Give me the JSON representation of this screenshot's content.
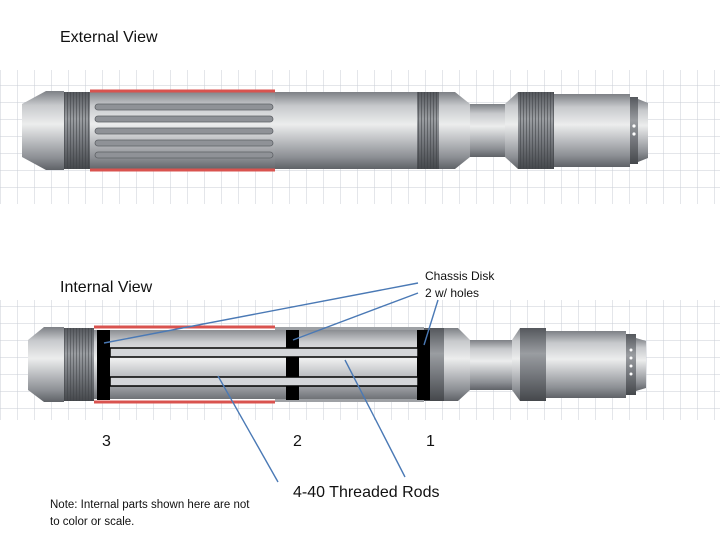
{
  "external_view": {
    "title": "External View"
  },
  "internal_view": {
    "title": "Internal View",
    "chassis_disk_label": "Chassis Disk",
    "chassis_disk_sublabel": "2 w/ holes",
    "disk_numbers": [
      "3",
      "2",
      "1"
    ],
    "rods_label": "4-40 Threaded Rods"
  },
  "note": "Note: Internal parts shown here are not to color or scale.",
  "colors": {
    "grid_line": "#c9ced6",
    "metal_light": "#d9dbde",
    "metal_dark": "#6e7176",
    "red_accent": "#d9534f",
    "callout_line": "#4a79b5",
    "disk": "#000000"
  }
}
